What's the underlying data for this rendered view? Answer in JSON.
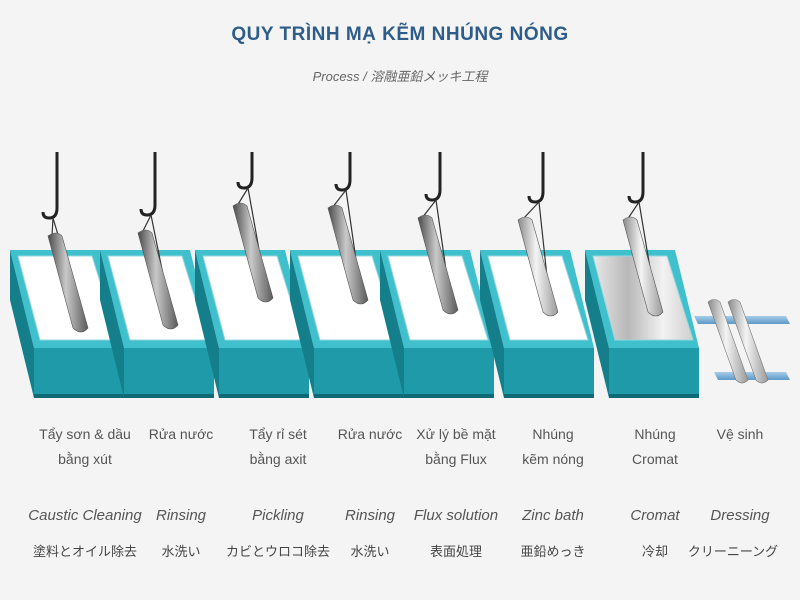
{
  "title": "QUY TRÌNH MẠ KẼM NHÚNG NÓNG",
  "subtitle": "Process / 溶融亜鉛メッキ工程",
  "steps": [
    {
      "vi1": "Tẩy sơn & dầu",
      "vi2": "bằng xút",
      "en": "Caustic Cleaning",
      "jp": "塗料とオイル除去"
    },
    {
      "vi1": "Rửa nước",
      "vi2": "",
      "en": "Rinsing",
      "jp": "水洗い"
    },
    {
      "vi1": "Tẩy rỉ sét",
      "vi2": "bằng axit",
      "en": "Pickling",
      "jp": "カビとウロコ除去"
    },
    {
      "vi1": "Rửa nước",
      "vi2": "",
      "en": "Rinsing",
      "jp": "水洗い"
    },
    {
      "vi1": "Xử lý bề mặt",
      "vi2": "bằng Flux",
      "en": "Flux solution",
      "jp": "表面処理"
    },
    {
      "vi1": "Nhúng",
      "vi2": "kẽm nóng",
      "en": "Zinc bath",
      "jp": "亜鉛めっき"
    },
    {
      "vi1": "Nhúng",
      "vi2": "Cromat",
      "en": "Cromat",
      "jp": "冷却"
    },
    {
      "vi1": "Vệ sinh",
      "vi2": "",
      "en": "Dressing",
      "jp": "クリーニーング"
    }
  ],
  "colors": {
    "tank_front": "#1f9aa9",
    "tank_side": "#157e8b",
    "tank_rim": "#3fc0cc",
    "liquid": "#ffffff",
    "title": "#2f5d8a",
    "text": "#555555"
  }
}
